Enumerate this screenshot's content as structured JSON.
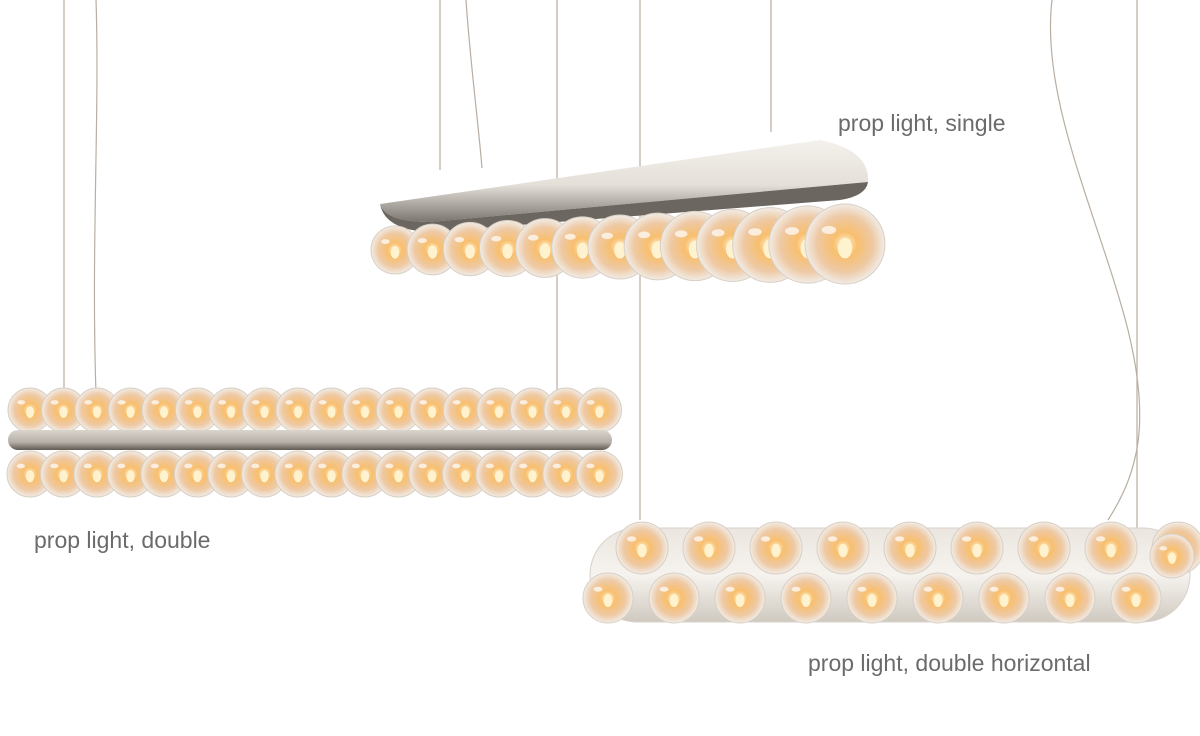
{
  "captions": {
    "single": "prop light, single",
    "double": "prop light, double",
    "double_horizontal": "prop light, double horizontal"
  },
  "colors": {
    "background": "#ffffff",
    "caption_text": "#6b6b6b",
    "body_white": "#eeeae4",
    "body_shadow": "#6e6a63",
    "bulb_glow": "#f4a24a",
    "bulb_glass": "#f3ece4",
    "wire": "#a89a8c"
  }
}
